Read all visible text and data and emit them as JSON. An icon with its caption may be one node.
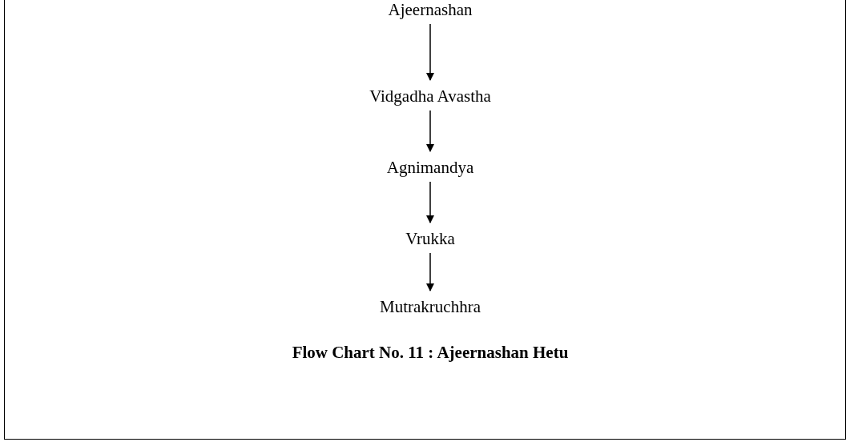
{
  "diagram": {
    "caption": "Flow Chart No. 11 : Ajeernashan Hetu",
    "nodes": [
      {
        "text": [
          "Ajeernashan"
        ]
      },
      {
        "text": [
          "Vidgadha Avastha"
        ]
      },
      {
        "text": [
          "Agnimandya"
        ]
      },
      {
        "text": [
          "Vrukka"
        ]
      },
      {
        "text": [
          "Mutrakruchhra"
        ]
      }
    ],
    "edges": [
      {
        "from": 0,
        "to": 1,
        "arrow": "to"
      },
      {
        "from": 1,
        "to": 2,
        "arrow": "to"
      },
      {
        "from": 2,
        "to": 3,
        "arrow": "to"
      },
      {
        "from": 3,
        "to": 4,
        "arrow": "to"
      }
    ]
  }
}
